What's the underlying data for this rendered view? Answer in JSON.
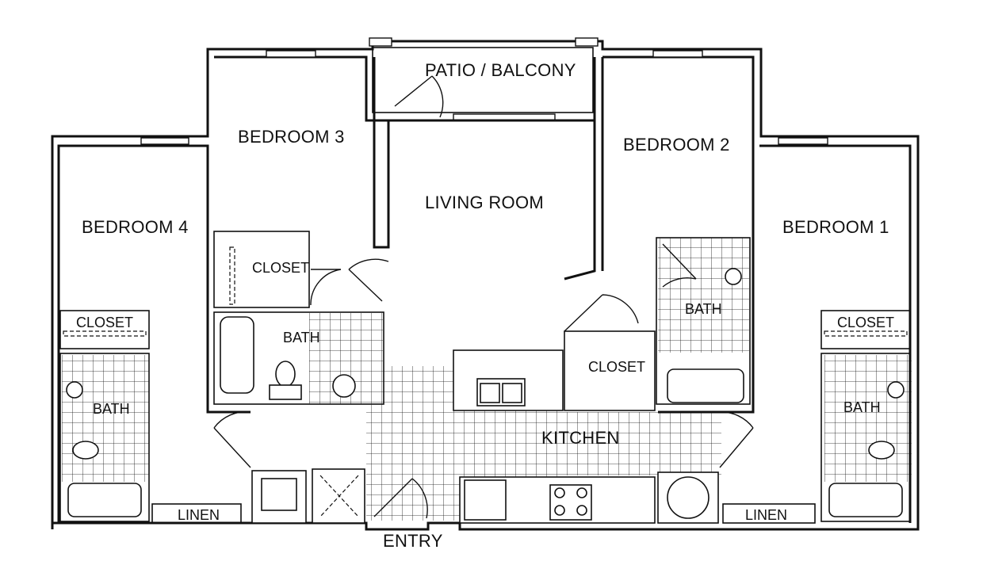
{
  "rooms": {
    "patio": "PATIO / BALCONY",
    "living": "LIVING ROOM",
    "bedroom1": "BEDROOM 1",
    "bedroom2": "BEDROOM 2",
    "bedroom3": "BEDROOM 3",
    "bedroom4": "BEDROOM 4",
    "kitchen": "KITCHEN",
    "entry": "ENTRY",
    "closet_b3": "CLOSET",
    "closet_b4": "CLOSET",
    "closet_b1": "CLOSET",
    "closet_center": "CLOSET",
    "bath_b3": "BATH",
    "bath_b4": "BATH",
    "bath_b2": "BATH",
    "bath_b1": "BATH",
    "linen_left": "LINEN",
    "linen_right": "LINEN"
  }
}
